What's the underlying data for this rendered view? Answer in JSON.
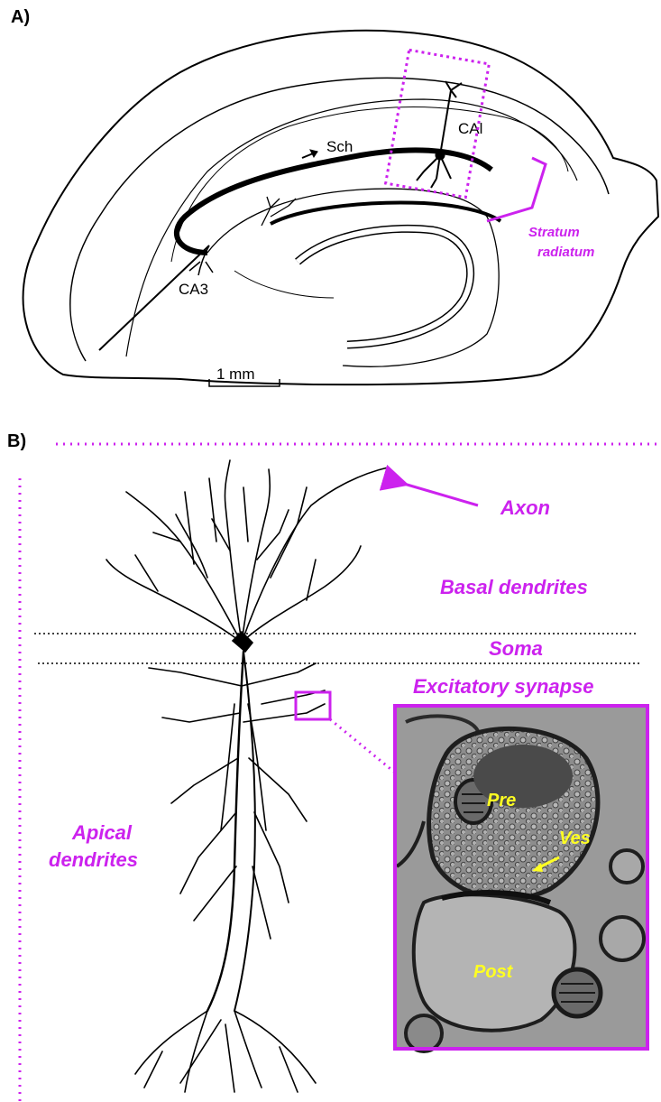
{
  "panel_a": {
    "label": "A)",
    "scale_bar": "1 mm",
    "labels": {
      "sch": "Sch",
      "ca1": "CAl",
      "ca3": "CA3"
    },
    "region_label_line1": "Stratum",
    "region_label_line2": "radiatum"
  },
  "panel_b": {
    "label": "B)",
    "labels": {
      "axon": "Axon",
      "basal": "Basal dendrites",
      "soma": "Soma",
      "synapse_title": "Excitatory synapse",
      "apical_line1": "Apical",
      "apical_line2": "dendrites"
    },
    "em_labels": {
      "pre": "Pre",
      "ves": "Ves",
      "post": "Post"
    }
  },
  "colors": {
    "magenta": "#cc22ee",
    "yellow": "#ffff22",
    "ink": "#000000"
  }
}
